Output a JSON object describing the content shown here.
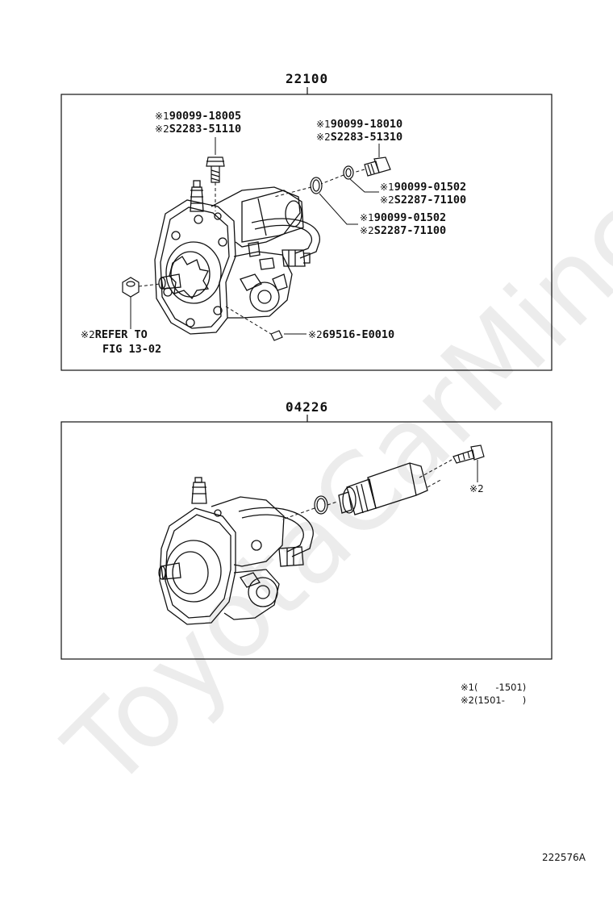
{
  "groups": {
    "top": {
      "number": "22100"
    },
    "bottom": {
      "number": "04226"
    }
  },
  "mark_symbol": "※",
  "parts": {
    "bolt_a_1": {
      "tag": "1",
      "code": "90099-18005"
    },
    "bolt_a_2": {
      "tag": "2",
      "code": "S2283-51110"
    },
    "bolt_b_1": {
      "tag": "1",
      "code": "90099-18010"
    },
    "bolt_b_2": {
      "tag": "2",
      "code": "S2283-51310"
    },
    "washer_small_1": {
      "tag": "1",
      "code": "90099-01502"
    },
    "washer_small_2": {
      "tag": "2",
      "code": "S2287-71100"
    },
    "washer_large_1": {
      "tag": "1",
      "code": "90099-01502"
    },
    "washer_large_2": {
      "tag": "2",
      "code": "S2287-71100"
    },
    "key": {
      "tag": "2",
      "code": "69516-E0010"
    },
    "refer": {
      "tag": "2",
      "line1": "REFER TO",
      "line2": "FIG 13-02"
    },
    "valve_bolt": {
      "tag": "2"
    }
  },
  "legend": {
    "row1": {
      "tag": "1",
      "range": "(      -1501)"
    },
    "row2": {
      "tag": "2",
      "range": "(1501-      )"
    }
  },
  "diagram_id": "222576A",
  "watermark": "ToyotaCarMinc.ru"
}
